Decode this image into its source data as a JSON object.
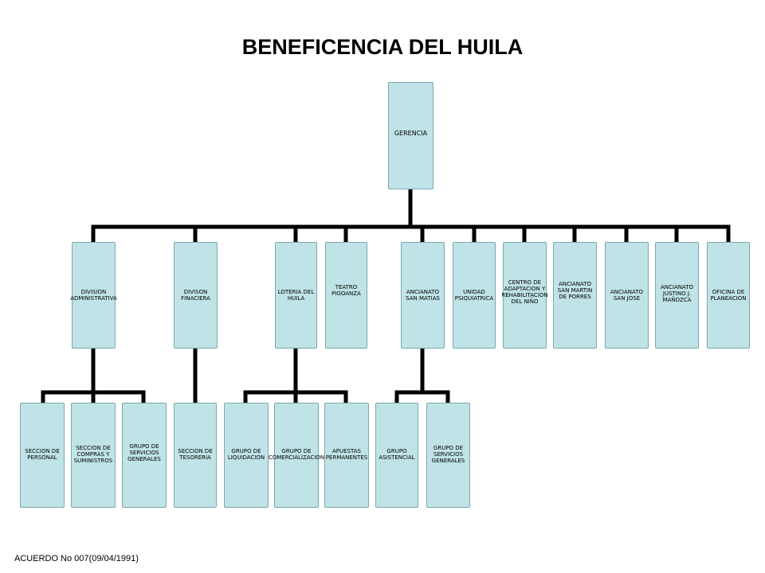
{
  "title": "BENEFICENCIA DEL HUILA",
  "footer": "ACUERDO No 007(09/04/1991)",
  "colors": {
    "box_fill": "#bfe3e6",
    "box_border": "#7aa8ad",
    "connector": "#000000"
  },
  "root": {
    "label": "GERENCIA"
  },
  "level1": [
    {
      "label": "DIVISION\nADMINISTRATIVA"
    },
    {
      "label": "DIVISON\nFINACIERA"
    },
    {
      "label": "LOTERIA DEL\nHUILA"
    },
    {
      "label": "TEATRO\nPIGOANZA"
    },
    {
      "label": "ANCIANATO\nSAN MATIAS"
    },
    {
      "label": "UNIDAD\nPSIQUIATRICA"
    },
    {
      "label": "CENTRO DE\nADAPTACION Y\nREHABILITACION\nDEL NIÑO"
    },
    {
      "label": "ANCIANATO\nSAN MARTIN\nDE PORRES"
    },
    {
      "label": "ANCIANATO\nSAN JOSE"
    },
    {
      "label": "ANCIANATO\nJUSTINO J.\nMAÑOZCA"
    },
    {
      "label": "OFICINA DE\nPLANEACION"
    }
  ],
  "level2": [
    {
      "label": "SECCION DE\nPERSONAL"
    },
    {
      "label": "SECCION DE\nCOMPRAS Y\nSUMINISTROS"
    },
    {
      "label": "GRUPO DE\nSERVICIOS\nGENERALES"
    },
    {
      "label": "SECCION DE\nTESORERIA"
    },
    {
      "label": "GRUPO DE\nLIQUIDACION"
    },
    {
      "label": "GRUPO DE\nCOMERCIALIZACION"
    },
    {
      "label": "APUESTAS\nPERMANENTES"
    },
    {
      "label": "GRUPO\nASISTENCIAL"
    },
    {
      "label": "GRUPO DE\nSERVICIOS\nGENERALES"
    }
  ]
}
